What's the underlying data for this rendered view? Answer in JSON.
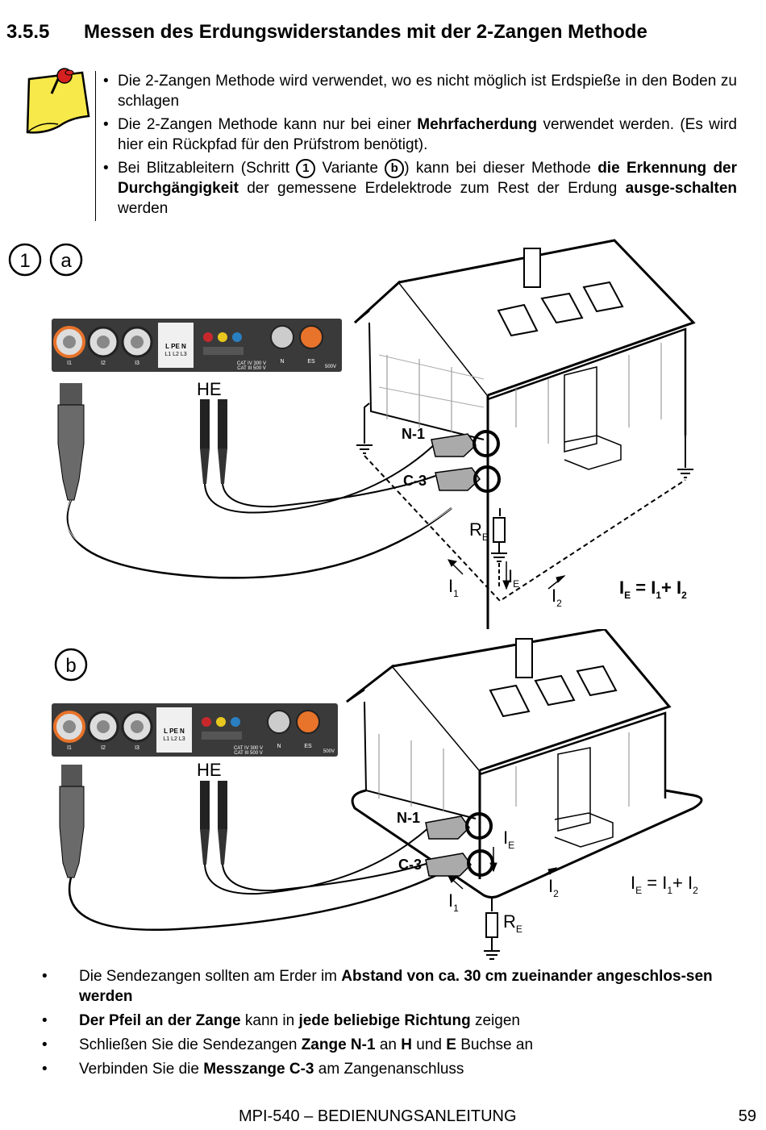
{
  "section": {
    "number": "3.5.5",
    "title": "Messen des Erdungswiderstandes mit der 2-Zangen Methode"
  },
  "notes": [
    [
      {
        "t": "Die 2-Zangen Methode wird verwendet, wo es nicht möglich ist Erdspieße in den Boden zu schlagen"
      }
    ],
    [
      {
        "t": "Die 2-Zangen Methode kann nur bei einer "
      },
      {
        "t": "Mehrfacherdung",
        "b": true
      },
      {
        "t": " verwendet werden. (Es wird hier ein Rückpfad für den Prüfstrom benötigt)."
      }
    ],
    [
      {
        "t": "Bei Blitzableitern (Schritt "
      },
      {
        "c": "1"
      },
      {
        "t": " Variante "
      },
      {
        "c": "b"
      },
      {
        "t": ") kann bei dieser Methode "
      },
      {
        "t": "die Erkennung der Durchgängigkeit",
        "b": true
      },
      {
        "t": " der gemessene Erdelektrode zum Rest der Erdung "
      },
      {
        "t": "ausge-schalten",
        "b": true
      },
      {
        "t": " werden"
      }
    ]
  ],
  "diagram_a": {
    "step": "1",
    "variant": "a",
    "plug": "HE",
    "clamp1": "N-1",
    "clamp2": "C-3",
    "resistor": "R",
    "resistor_sub": "E",
    "ie": "I",
    "ie_sub": "E",
    "i1": "I",
    "i1_sub": "1",
    "i2": "I",
    "i2_sub": "2",
    "formula": [
      "I",
      "E",
      " = I",
      "1",
      "+ I",
      "2"
    ],
    "panel": {
      "sockets": [
        "I1",
        "I2",
        "I3"
      ],
      "lpen": "L PE N",
      "lvals": "L1 L2 L3",
      "cat1": "CAT IV 300 V",
      "cat2": "CAT III 500 V",
      "n": "N",
      "es": "ES",
      "volt": "500V"
    }
  },
  "diagram_b": {
    "variant": "b",
    "plug": "HE",
    "clamp1": "N-1",
    "clamp2": "C-3",
    "resistor": "R",
    "resistor_sub": "E",
    "ie": "I",
    "ie_sub": "E",
    "i1": "I",
    "i1_sub": "1",
    "i2": "I",
    "i2_sub": "2",
    "formula": [
      "I",
      "E",
      " = I",
      "1",
      "+ I",
      "2"
    ],
    "panel": {
      "sockets": [
        "I1",
        "I2",
        "I3"
      ],
      "lpen": "L PE N",
      "lvals": "L1 L2 L3",
      "cat1": "CAT IV 300 V",
      "cat2": "CAT III 500 V",
      "n": "N",
      "es": "ES",
      "volt": "500V"
    }
  },
  "bullets": [
    [
      {
        "t": "Die Sendezangen sollten am Erder im "
      },
      {
        "t": "Abstand von ca. 30 cm zueinander angeschlos-sen werden",
        "b": true
      }
    ],
    [
      {
        "t": "Der Pfeil an der Zange",
        "b": true
      },
      {
        "t": " kann in "
      },
      {
        "t": "jede beliebige Richtung",
        "b": true
      },
      {
        "t": " zeigen"
      }
    ],
    [
      {
        "t": "Schließen Sie die Sendezangen "
      },
      {
        "t": "Zange N-1",
        "b": true
      },
      {
        "t": " an "
      },
      {
        "t": "H",
        "b": true
      },
      {
        "t": " und "
      },
      {
        "t": "E",
        "b": true
      },
      {
        "t": " Buchse an"
      }
    ],
    [
      {
        "t": "Verbinden Sie die "
      },
      {
        "t": "Messzange C-3",
        "b": true
      },
      {
        "t": " am Zangenanschluss"
      }
    ]
  ],
  "bullet_glyph": "•",
  "footer": {
    "title": "MPI-540 – BEDIENUNGSANLEITUNG",
    "page": "59"
  },
  "colors": {
    "note": "#f7e94a",
    "pin": "#d62020",
    "panel": "#3a3a3a",
    "orange": "#e8732a",
    "red": "#c8282c",
    "yellow": "#e8c81e",
    "blue": "#2a7fc0"
  }
}
